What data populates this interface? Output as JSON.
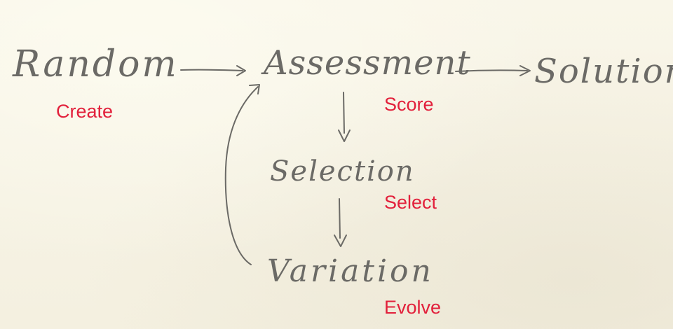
{
  "nodes": {
    "random": "Random",
    "assessment": "Assessment",
    "solution": "Solution",
    "selection": "Selection",
    "variation": "Variation"
  },
  "labels": {
    "create": "Create",
    "score": "Score",
    "select": "Select",
    "evolve": "Evolve"
  },
  "colors": {
    "ink": "#6b6a66",
    "label": "#e2203b",
    "paper": "#f7f4e6"
  }
}
